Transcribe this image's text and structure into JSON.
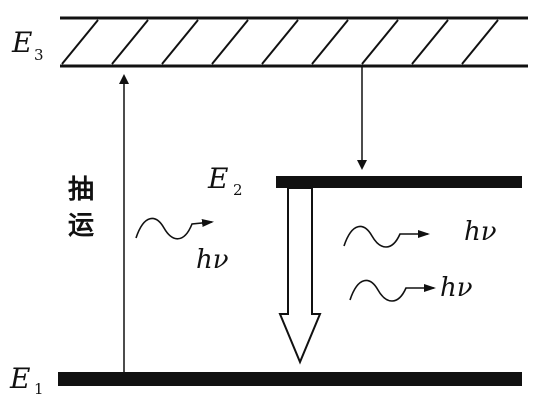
{
  "levels": {
    "e3": {
      "letter": "E",
      "sub": "3"
    },
    "e2": {
      "letter": "E",
      "sub": "2"
    },
    "e1": {
      "letter": "E",
      "sub": "1"
    }
  },
  "pump_label": {
    "char1": "抽",
    "char2": "运"
  },
  "photon_label": "hν"
}
